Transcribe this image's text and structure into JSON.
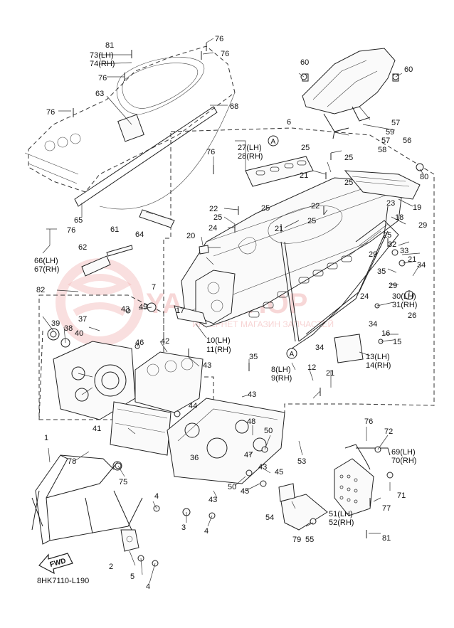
{
  "diagram_code": "8HK7110-L190",
  "watermark": {
    "text": "YAMASHOP",
    "sub": "ИНТЕРНЕТ МАГАЗИН ЗАПЧАСТЕЙ"
  },
  "fwd_label": "FWD",
  "callout_a": "A",
  "labels": {
    "p1": "1",
    "p2": "2",
    "p3": "3",
    "p4a": "4",
    "p4b": "4",
    "p4c": "4",
    "p5": "5",
    "p6": "6",
    "p7": "7",
    "p8_9": [
      "8(LH)",
      "9(RH)"
    ],
    "p10_11": [
      "10(LH)",
      "11(RH)"
    ],
    "p12": "12",
    "p13_14": [
      "13(LH)",
      "14(RH)"
    ],
    "p15": "15",
    "p16": "16",
    "p17": "17",
    "p18": "18",
    "p19": "19",
    "p20": "20",
    "p21a": "21",
    "p21b": "21",
    "p21c": "21",
    "p21d": "21",
    "p22a": "22",
    "p22b": "22",
    "p23": "23",
    "p24a": "24",
    "p24b": "24",
    "p25a": "25",
    "p25b": "25",
    "p25c": "25",
    "p25d": "25",
    "p25e": "25",
    "p25f": "25",
    "p26": "26",
    "p27_28": [
      "27(LH)",
      "28(RH)"
    ],
    "p29a": "29",
    "p29b": "29",
    "p30_31": [
      "30(LH)",
      "31(RH)"
    ],
    "p32": "32",
    "p33": "33",
    "p34a": "34",
    "p34b": "34",
    "p34c": "34",
    "p35a": "35",
    "p35b": "35",
    "p36": "36",
    "p37": "37",
    "p38": "38",
    "p39": "39",
    "p40": "40",
    "p41": "41",
    "p42": "42",
    "p43a": "43",
    "p43b": "43",
    "p43c": "43",
    "p43d": "43",
    "p43e": "43",
    "p44": "44",
    "p45a": "45",
    "p45b": "45",
    "p46": "46",
    "p47": "47",
    "p48": "48",
    "p49": "49",
    "p50a": "50",
    "p50b": "50",
    "p51_52": [
      "51(LH)",
      "52(RH)"
    ],
    "p53": "53",
    "p54": "54",
    "p55": "55",
    "p56": "56",
    "p57a": "57",
    "p57b": "57",
    "p58": "58",
    "p59": "59",
    "p60a": "60",
    "p60b": "60",
    "p61": "61",
    "p62": "62",
    "p63": "63",
    "p64": "64",
    "p65": "65",
    "p66_67": [
      "66(LH)",
      "67(RH)"
    ],
    "p68": "68",
    "p69_70": [
      "69(LH)",
      "70(RH)"
    ],
    "p71": "71",
    "p72": "72",
    "p73_74": [
      "73(LH)",
      "74(RH)"
    ],
    "p75": "75",
    "p76a": "76",
    "p76b": "76",
    "p76c": "76",
    "p76d": "76",
    "p76e": "76",
    "p76f": "76",
    "p76g": "76",
    "p77": "77",
    "p78": "78",
    "p79": "79",
    "p80": "80",
    "p81a": "81",
    "p81b": "81",
    "p82": "82"
  }
}
